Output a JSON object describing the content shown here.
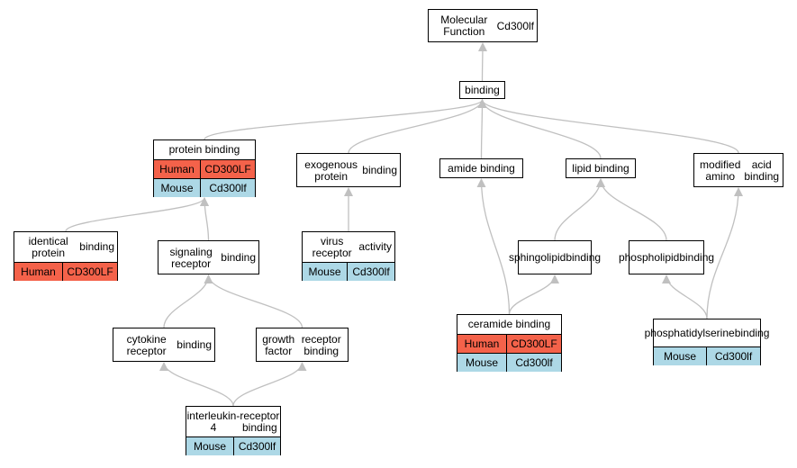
{
  "colors": {
    "human": "#f4624a",
    "mouse": "#add8e6",
    "edge": "#c0c0c0"
  },
  "nodes": {
    "root": {
      "title": [
        "Molecular Function",
        "Cd300lf"
      ]
    },
    "binding": {
      "title": [
        "binding"
      ]
    },
    "protein_binding": {
      "title": [
        "protein binding"
      ],
      "rows": [
        {
          "species": "Human",
          "gene": "CD300LF"
        },
        {
          "species": "Mouse",
          "gene": "Cd300lf"
        }
      ]
    },
    "exogenous_protein_binding": {
      "title": [
        "exogenous protein",
        "binding"
      ]
    },
    "amide_binding": {
      "title": [
        "amide binding"
      ]
    },
    "lipid_binding": {
      "title": [
        "lipid binding"
      ]
    },
    "modified_amino_acid_binding": {
      "title": [
        "modified amino",
        "acid binding"
      ]
    },
    "identical_protein_binding": {
      "title": [
        "identical protein",
        "binding"
      ],
      "rows": [
        {
          "species": "Human",
          "gene": "CD300LF"
        }
      ]
    },
    "signaling_receptor_binding": {
      "title": [
        "signaling receptor",
        "binding"
      ]
    },
    "virus_receptor_activity": {
      "title": [
        "virus receptor",
        "activity"
      ],
      "rows": [
        {
          "species": "Mouse",
          "gene": "Cd300lf"
        }
      ]
    },
    "sphingolipid_binding": {
      "title": [
        "sphingolipid",
        "binding"
      ]
    },
    "phospholipid_binding": {
      "title": [
        "phospholipid",
        "binding"
      ]
    },
    "ceramide_binding": {
      "title": [
        "ceramide binding"
      ],
      "rows": [
        {
          "species": "Human",
          "gene": "CD300LF"
        },
        {
          "species": "Mouse",
          "gene": "Cd300lf"
        }
      ]
    },
    "phosphatidylserine_binding": {
      "title": [
        "phosphatidylserine",
        "binding"
      ],
      "rows": [
        {
          "species": "Mouse",
          "gene": "Cd300lf"
        }
      ]
    },
    "cytokine_receptor_binding": {
      "title": [
        "cytokine receptor",
        "binding"
      ]
    },
    "growth_factor_receptor_binding": {
      "title": [
        "growth factor",
        "receptor binding"
      ]
    },
    "interleukin4_receptor_binding": {
      "title": [
        "interleukin-4",
        "receptor binding"
      ],
      "rows": [
        {
          "species": "Mouse",
          "gene": "Cd300lf"
        }
      ]
    }
  },
  "edges": [
    [
      "binding",
      "root"
    ],
    [
      "protein_binding",
      "binding"
    ],
    [
      "exogenous_protein_binding",
      "binding"
    ],
    [
      "amide_binding",
      "binding"
    ],
    [
      "lipid_binding",
      "binding"
    ],
    [
      "modified_amino_acid_binding",
      "binding"
    ],
    [
      "identical_protein_binding",
      "protein_binding"
    ],
    [
      "signaling_receptor_binding",
      "protein_binding"
    ],
    [
      "virus_receptor_activity",
      "exogenous_protein_binding"
    ],
    [
      "ceramide_binding",
      "amide_binding"
    ],
    [
      "ceramide_binding",
      "sphingolipid_binding"
    ],
    [
      "sphingolipid_binding",
      "lipid_binding"
    ],
    [
      "phospholipid_binding",
      "lipid_binding"
    ],
    [
      "phosphatidylserine_binding",
      "phospholipid_binding"
    ],
    [
      "phosphatidylserine_binding",
      "modified_amino_acid_binding"
    ],
    [
      "cytokine_receptor_binding",
      "signaling_receptor_binding"
    ],
    [
      "growth_factor_receptor_binding",
      "signaling_receptor_binding"
    ],
    [
      "interleukin4_receptor_binding",
      "cytokine_receptor_binding"
    ],
    [
      "interleukin4_receptor_binding",
      "growth_factor_receptor_binding"
    ]
  ]
}
